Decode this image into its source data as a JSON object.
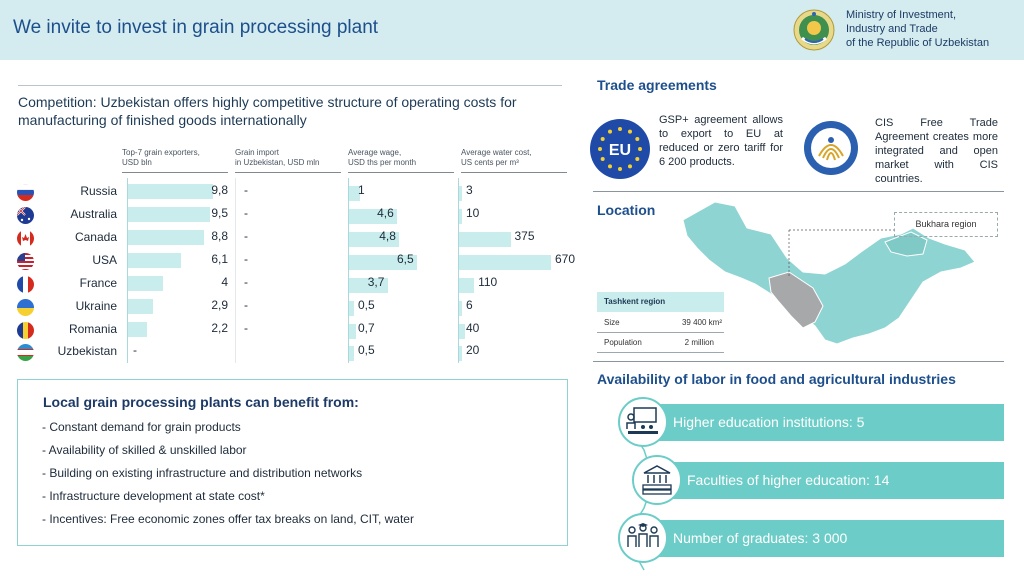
{
  "header": {
    "title": "We invite to invest in grain processing plant",
    "ministry": [
      "Ministry of Investment,",
      "Industry and Trade",
      "of the Republic of Uzbekistan"
    ]
  },
  "competition": {
    "title": "Competition: Uzbekistan offers highly competitive structure of operating costs for manufacturing of finished goods internationally",
    "columns": [
      {
        "line1": "Top-7 grain exporters,",
        "line2": "USD bln"
      },
      {
        "line1": "Grain import",
        "line2": "in Uzbekistan, USD mln"
      },
      {
        "line1": "Average wage,",
        "line2": "USD ths per month"
      },
      {
        "line1": "Average water cost,",
        "line2": "US cents per m³"
      }
    ],
    "rows": [
      {
        "country": "Russia",
        "flag": "russia-flag",
        "export": "9,8",
        "export_value": 9.8,
        "import": "-",
        "wage": "1",
        "wage_value": 1,
        "water": "3",
        "water_value": 3
      },
      {
        "country": "Australia",
        "flag": "australia-flag",
        "export": "9,5",
        "export_value": 9.5,
        "import": "-",
        "wage": "4,6",
        "wage_value": 4.6,
        "water": "10",
        "water_value": 10
      },
      {
        "country": "Canada",
        "flag": "canada-flag",
        "export": "8,8",
        "export_value": 8.8,
        "import": "-",
        "wage": "4,8",
        "wage_value": 4.8,
        "water": "375",
        "water_value": 375
      },
      {
        "country": "USA",
        "flag": "usa-flag",
        "export": "6,1",
        "export_value": 6.1,
        "import": "-",
        "wage": "6,5",
        "wage_value": 6.5,
        "water": "670",
        "water_value": 670
      },
      {
        "country": "France",
        "flag": "france-flag",
        "export": "4",
        "export_value": 4,
        "import": "-",
        "wage": "3,7",
        "wage_value": 3.7,
        "water": "110",
        "water_value": 110
      },
      {
        "country": "Ukraine",
        "flag": "ukraine-flag",
        "export": "2,9",
        "export_value": 2.9,
        "import": "-",
        "wage": "0,5",
        "wage_value": 0.5,
        "water": "6",
        "water_value": 6
      },
      {
        "country": "Romania",
        "flag": "romania-flag",
        "export": "2,2",
        "export_value": 2.2,
        "import": "-",
        "wage": "0,7",
        "wage_value": 0.7,
        "water": "40",
        "water_value": 40
      },
      {
        "country": "Uzbekistan",
        "flag": "uzbekistan-flag",
        "export": "-",
        "export_value": 0,
        "import": "",
        "wage": "0,5",
        "wage_value": 0.5,
        "water": "20",
        "water_value": 20
      }
    ]
  },
  "benefits": {
    "title": "Local grain processing plants can benefit from:",
    "items": [
      "- Constant demand for grain products",
      "- Availability of skilled & unskilled labor",
      "- Building on existing infrastructure and distribution networks",
      "- Infrastructure development at state cost*",
      "- Incentives: Free economic  zones offer tax breaks on land, CIT, water"
    ]
  },
  "trade": {
    "title": "Trade agreements",
    "eu_logo_text": "EU",
    "eu_text": "GSP+ agreement allows to export to EU at reduced or zero tariff for 6 200 products.",
    "cis_text": "CIS Free Trade Agreement creates more integrated and open market with CIS countries."
  },
  "location": {
    "title": "Location",
    "region_label": "Bukhara region",
    "tashkent_title": "Tashkent region",
    "rows": [
      {
        "label": "Size",
        "value": "39 400 km²"
      },
      {
        "label": "Population",
        "value": "2 million"
      }
    ]
  },
  "labor": {
    "title": "Availability of labor in food and agricultural industries",
    "items": [
      {
        "text": "Higher education institutions: 5",
        "icon": "classroom-icon"
      },
      {
        "text": "Faculties of higher education: 14",
        "icon": "university-books-icon"
      },
      {
        "text": "Number of graduates: 3 000",
        "icon": "graduates-group-icon"
      }
    ]
  },
  "colors": {
    "accent": "#6ccdc8",
    "bar": "#c9ecec",
    "header_bg": "#d4ecef",
    "title": "#1d4f8c"
  }
}
